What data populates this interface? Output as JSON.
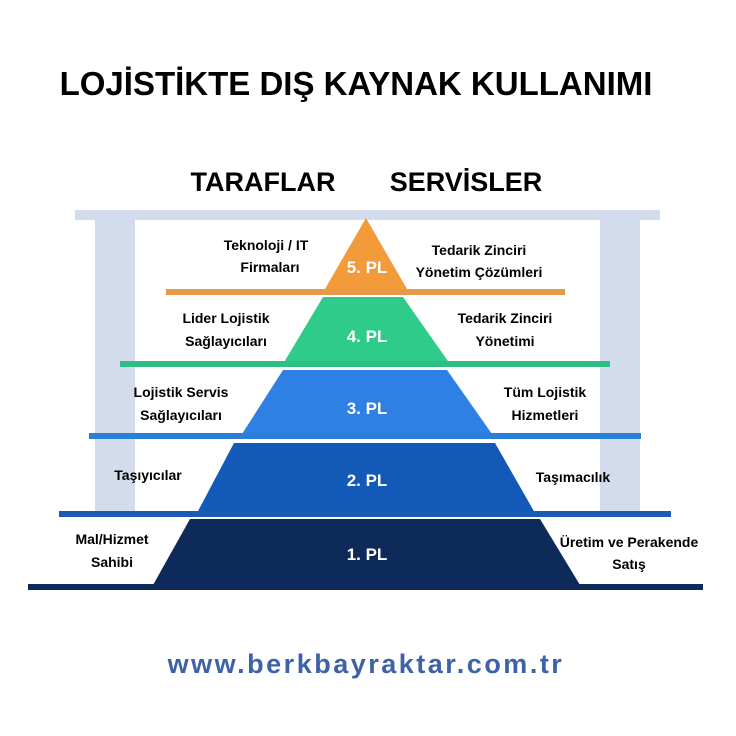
{
  "title": "LOJİSTİKTE DIŞ KAYNAK KULLANIMI",
  "headers": {
    "left": "TARAFLAR",
    "right": "SERVİSLER"
  },
  "tiers": [
    {
      "level": "5. PL",
      "party": [
        "Teknoloji / IT",
        "Firmaları"
      ],
      "service": [
        "Tedarik Zinciri",
        "Yönetim Çözümleri"
      ],
      "color": "#f39a3b"
    },
    {
      "level": "4. PL",
      "party": [
        "Lider Lojistik",
        "Sağlayıcıları"
      ],
      "service": [
        "Tedarik Zinciri",
        "Yönetimi"
      ],
      "color": "#2fcb8a"
    },
    {
      "level": "3. PL",
      "party": [
        "Lojistik Servis",
        "Sağlayıcıları"
      ],
      "service": [
        "Tüm Lojistik",
        "Hizmetleri"
      ],
      "color": "#2f80e4"
    },
    {
      "level": "2. PL",
      "party": [
        "Taşıyıcılar"
      ],
      "service": [
        "Taşımacılık"
      ],
      "color": "#1359b8"
    },
    {
      "level": "1. PL",
      "party": [
        "Mal/Hizmet",
        "Sahibi"
      ],
      "service": [
        "Üretim ve Perakende",
        "Satış"
      ],
      "color": "#0d2a5a"
    }
  ],
  "footer_url": "www.berkbayraktar.com.tr"
}
